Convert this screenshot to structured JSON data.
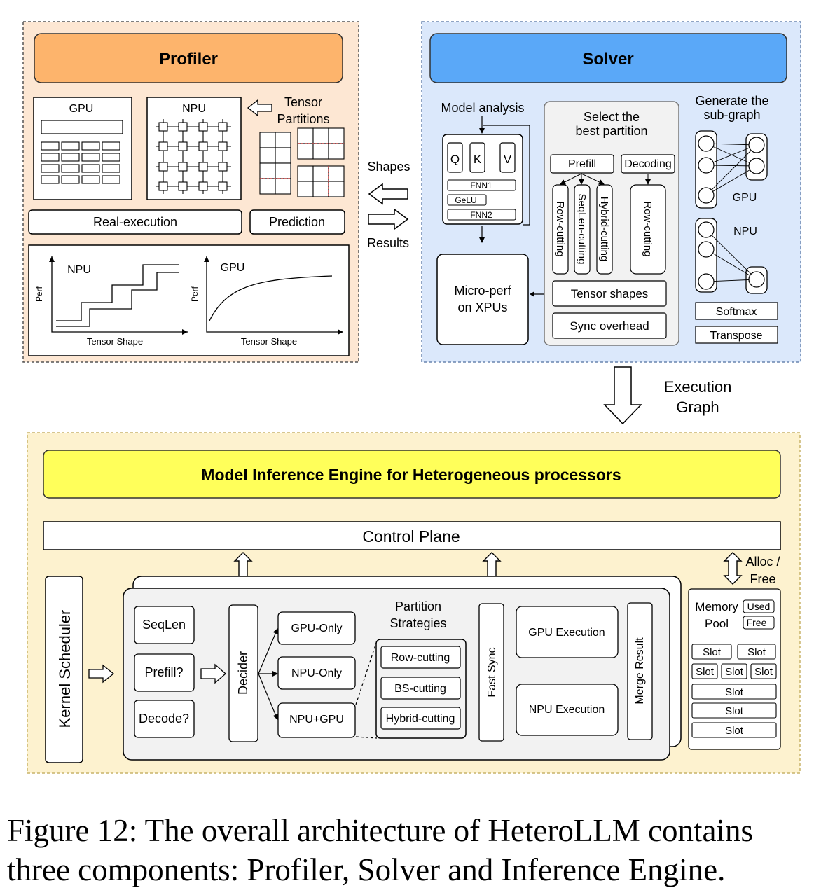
{
  "profiler": {
    "title": "Profiler",
    "gpu_label": "GPU",
    "npu_label": "NPU",
    "tensor_partitions": [
      "Tensor",
      "Partitions"
    ],
    "real_execution": "Real-execution",
    "prediction": "Prediction",
    "chart_npu": {
      "title": "NPU",
      "ylabel": "Perf",
      "xlabel": "Tensor Shape"
    },
    "chart_gpu": {
      "title": "GPU",
      "ylabel": "Perf",
      "xlabel": "Tensor Shape"
    }
  },
  "flow": {
    "shapes": "Shapes",
    "results": "Results",
    "execution_graph": [
      "Execution",
      "Graph"
    ]
  },
  "solver": {
    "title": "Solver",
    "model_analysis": "Model analysis",
    "q": "Q",
    "k": "K",
    "v": "V",
    "fnn1": "FNN1",
    "gelu": "GeLU",
    "fnn2": "FNN2",
    "micro_perf": [
      "Micro-perf",
      "on XPUs"
    ],
    "select_partition": [
      "Select the",
      "best partition"
    ],
    "prefill": "Prefill",
    "decoding": "Decoding",
    "row_cutting": "Row-cutting",
    "seqlen_cutting": "SeqLen-cutting",
    "hybrid_cutting": "Hybrid-cutting",
    "row_cutting_2": "Row-cutting",
    "tensor_shapes": "Tensor shapes",
    "sync_overhead": "Sync overhead",
    "generate_subgraph": [
      "Generate the",
      "sub-graph"
    ],
    "gpu": "GPU",
    "npu": "NPU",
    "softmax": "Softmax",
    "transpose": "Transpose"
  },
  "engine": {
    "title": "Model Inference Engine for Heterogeneous processors",
    "control_plane": "Control Plane",
    "alloc_free": [
      "Alloc /",
      "Free"
    ],
    "kernel_scheduler": "Kernel Scheduler",
    "seqlen": "SeqLen",
    "prefill": "Prefill?",
    "decode": "Decode?",
    "decider": "Decider",
    "gpu_only": "GPU-Only",
    "npu_only": "NPU-Only",
    "npu_gpu": "NPU+GPU",
    "partition_strategies": [
      "Partition",
      "Strategies"
    ],
    "row_cutting": "Row-cutting",
    "bs_cutting": "BS-cutting",
    "hybrid_cutting": "Hybrid-cutting",
    "fast_sync": "Fast Sync",
    "gpu_execution": "GPU Execution",
    "npu_execution": "NPU Execution",
    "merge_result": "Merge Result",
    "memory_pool": [
      "Memory",
      "Pool"
    ],
    "used": "Used",
    "free": "Free",
    "slot": "Slot"
  },
  "caption": "Figure 12: The overall architecture of HeteroLLM contains three components: Profiler, Solver and Inference Engine.",
  "colors": {
    "profiler_bg": "#fde7d3",
    "profiler_header": "#fdb46c",
    "solver_bg": "#dbe8fb",
    "solver_header": "#5aa8f8",
    "engine_bg": "#fdf2cf",
    "engine_header": "#ffff5a",
    "panel_grey": "#f2f2f2"
  }
}
